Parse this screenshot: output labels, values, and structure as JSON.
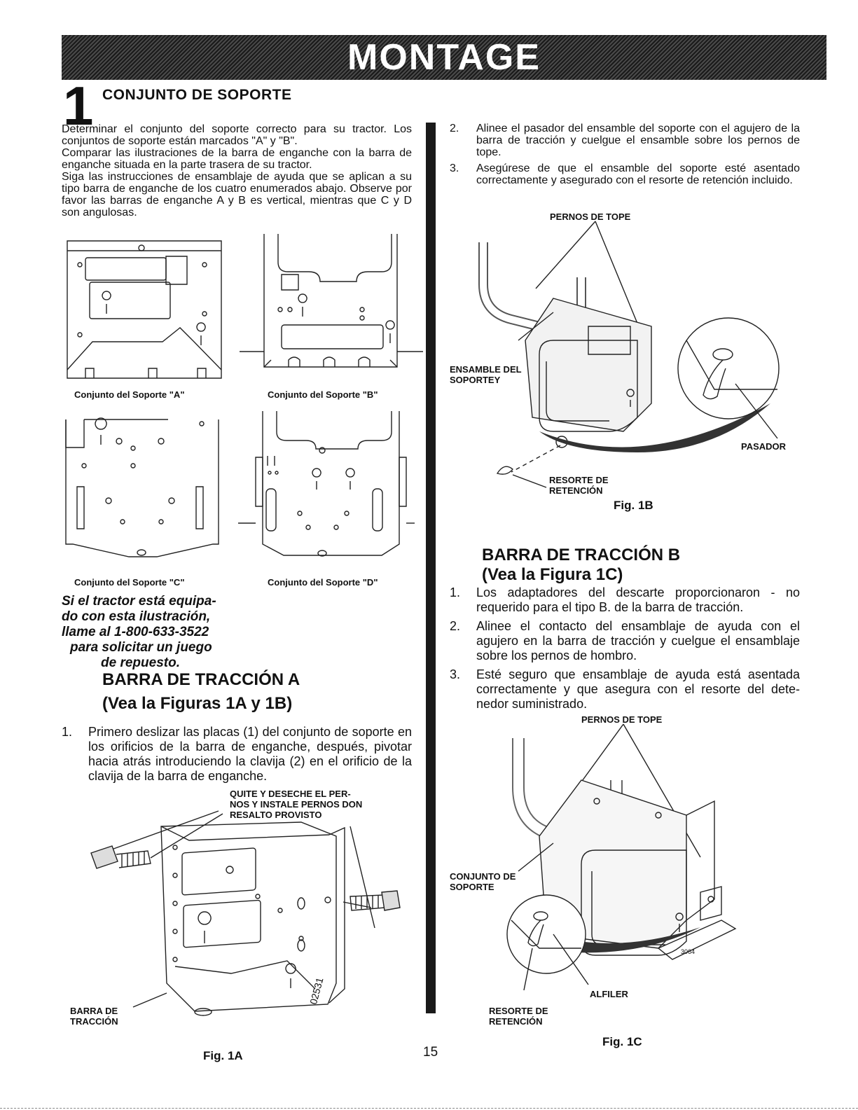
{
  "header": {
    "title": "MONTAGE"
  },
  "section1": {
    "number": "1",
    "title": "CONJUNTO DE SOPORTE",
    "intro": [
      "Determinar el conjunto del soporte correcto para su tractor. Los conjuntos de soporte están marcados \"A\" y \"B\".",
      "Comparar las ilustraciones de la barra de enganche con la barra de enganche situada en la parte trasera de su tractor.",
      "Siga las instrucciones de ensamblaje de ayuda que se aplican a su tipo barra de enganche de los cuatro enumerados abajo. Observe por favor las barras de enganche A y B es vertical, mientras que C y D son angulosas."
    ],
    "captions": {
      "a": "Conjunto del Soporte \"A\"",
      "b": "Conjunto del Soporte \"B\"",
      "c": "Conjunto del Soporte \"C\"",
      "d": "Conjunto del Soporte \"D\""
    },
    "note": [
      "Si el tractor está equipa-",
      "do con esta ilustración,",
      "llame al 1-800-633-3522",
      "para solicitar un juego",
      "de repuesto."
    ]
  },
  "barra_a": {
    "title": "BARRA DE TRACCIÓN A",
    "subtitle": "(Vea la Figuras 1A y 1B)",
    "steps_left": [
      {
        "n": "1.",
        "text": "Primero deslizar las placas (1) del conjunto de soporte en los orificios de la barra de enganche, después, pivotar hacia atrás introduciendo la clavija (2) en el orificio de la clavija de la barra de enganche."
      }
    ],
    "steps_right": [
      {
        "n": "2.",
        "text": "Alinee el pasador del ensamble del soporte con el agujero de la barra de tracción y cuelgue el ensamble sobre los pernos de tope."
      },
      {
        "n": "3.",
        "text": "Asegúrese de que el ensamble del soporte esté asentado correctamente y asegurado con el resorte de retención incluido."
      }
    ]
  },
  "fig1a": {
    "label_top": [
      "QUITE Y DESECHE EL PER-",
      "NOS Y INSTALE PERNOS DON",
      "RESALTO PROVISTO"
    ],
    "label_bottom": [
      "BARRA DE",
      "TRACCIÓN"
    ],
    "code": "02531",
    "caption": "Fig. 1A"
  },
  "fig1b": {
    "pernos": "PERNOS DE TOPE",
    "ensamble": [
      "ENSAMBLE DEL",
      "SOPORTEY"
    ],
    "pasador": "PASADOR",
    "resorte": [
      "RESORTE DE",
      "RETENCIÓN"
    ],
    "caption": "Fig. 1B"
  },
  "barra_b": {
    "title": "BARRA DE TRACCIÓN B",
    "subtitle": "(Vea la Figura 1C)",
    "steps": [
      {
        "n": "1.",
        "text": "Los adaptadores del descarte proporcionaron - no requerido para el tipo B. de la barra de tracción."
      },
      {
        "n": "2.",
        "text": "Alinee el contacto del ensamblaje de ayuda con el agujero en la barra de tracción y cuelgue el ensamblaje sobre los pernos de hombro."
      },
      {
        "n": "3.",
        "text": "Esté seguro que ensamblaje de ayuda está asentada correctamente y que asegura con el resorte del dete-nedor suministrado."
      }
    ]
  },
  "fig1c": {
    "pernos": "PERNOS DE TOPE",
    "conjunto": [
      "CONJUNTO DE",
      "SOPORTE"
    ],
    "alfiler": "ALFILER",
    "resorte": [
      "RESORTE DE",
      "RETENCIÓN"
    ],
    "code": "3064",
    "caption": "Fig. 1C"
  },
  "page_number": "15"
}
